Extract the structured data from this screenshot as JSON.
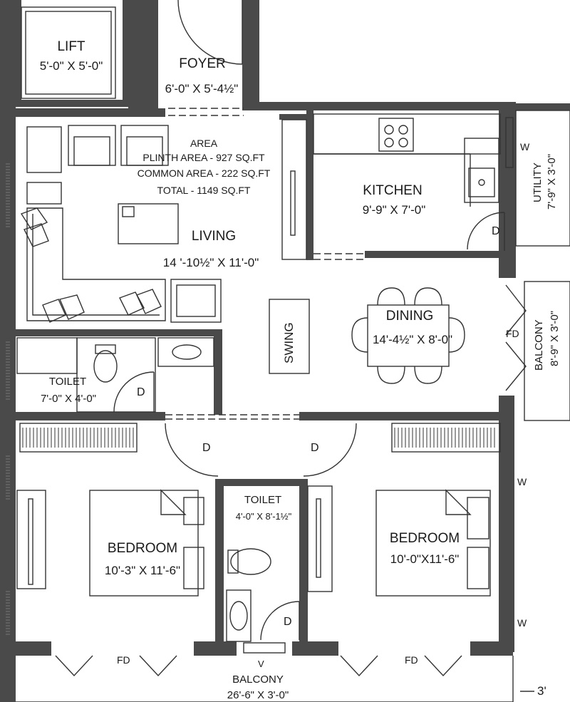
{
  "rooms": {
    "lift": {
      "name": "LIFT",
      "size": "5'-0\" X 5'-0\""
    },
    "foyer": {
      "name": "FOYER",
      "size": "6'-0\" X 5'-4½\""
    },
    "kitchen": {
      "name": "KITCHEN",
      "size": "9'-9\"  X 7'-0\""
    },
    "utility": {
      "name": "UTILITY",
      "size": "7'-9\" X 3'-0\""
    },
    "living": {
      "name": "LIVING",
      "size": "14 '-10½\"  X 11'-0\""
    },
    "dining": {
      "name": "DINING",
      "size": "14'-4½\"  X 8'-0\""
    },
    "balcony_side": {
      "name": "BALCONY",
      "size": "8'-9\" X 3'-0\""
    },
    "toilet_1": {
      "name": "TOILET",
      "size": "7'-0\" X 4'-0\""
    },
    "toilet_2": {
      "name": "TOILET",
      "size": "4'-0\" X 8'-1½\""
    },
    "bedroom_left": {
      "name": "BEDROOM",
      "size": "10'-3\"  X 11'-6\""
    },
    "bedroom_right": {
      "name": "BEDROOM",
      "size": "10'-0\"X11'-6\""
    },
    "balcony_bottom": {
      "name": "BALCONY",
      "size": "26'-6\" X 3'-0\""
    }
  },
  "area": {
    "title": "AREA",
    "plinth": "PLINTH AREA - 927 SQ.FT",
    "common": "COMMON AREA - 222 SQ.FT",
    "total": "TOTAL - 1149 SQ.FT"
  },
  "swing": "SWING",
  "markers": {
    "door": "D",
    "french_door": "FD",
    "window": "W",
    "ventilator": "V",
    "edge_dim": "3'"
  }
}
